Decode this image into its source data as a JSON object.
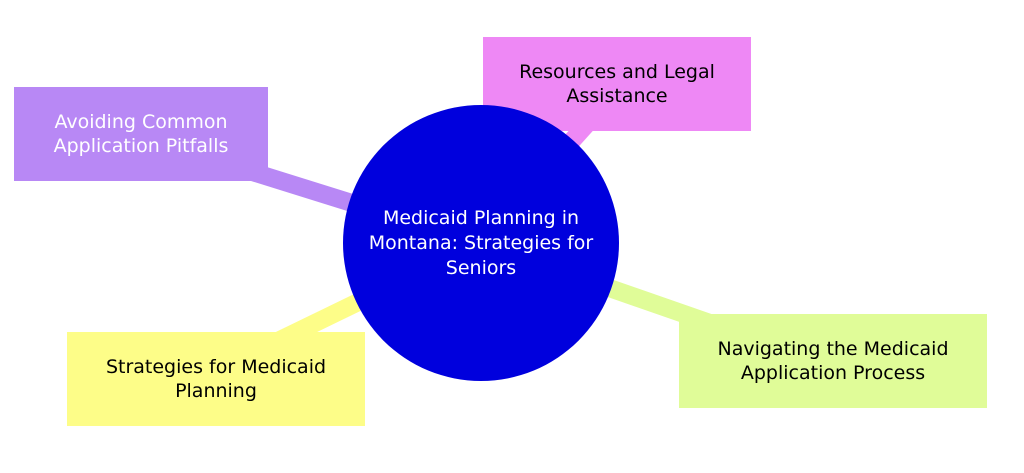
{
  "diagram": {
    "type": "mindmap",
    "root": {
      "label": "Medicaid Planning in Montana: Strategies for Seniors",
      "color": "#0000dd",
      "text_color": "#ffffff"
    },
    "branches": [
      {
        "label": "Resources and Legal Assistance",
        "color": "#ee88f5",
        "text_color": "#000000"
      },
      {
        "label": "Avoiding Common Application Pitfalls",
        "color": "#b888f5",
        "text_color": "#ffffff"
      },
      {
        "label": "Navigating the Medicaid Application Process",
        "color": "#e0fc98",
        "text_color": "#000000"
      },
      {
        "label": "Strategies for Medicaid Planning",
        "color": "#fdfd88",
        "text_color": "#000000"
      }
    ]
  }
}
